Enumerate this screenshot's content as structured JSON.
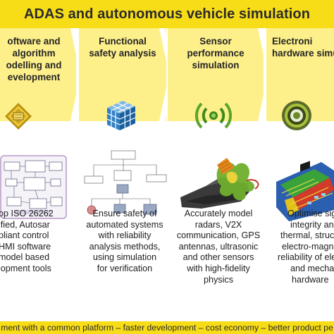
{
  "title": "ADAS and autonomous vehicle simulation",
  "columns": [
    {
      "heading": [
        "oftware and",
        "algorithm",
        "odelling and",
        "evelopment"
      ],
      "icon": "gold-diamond-chip-icon",
      "image": "software-architecture-block-diagram",
      "desc": [
        "op ISO 26262",
        "ified, Autosar",
        "pliant control",
        "HMI software",
        "model based",
        "lopment tools"
      ]
    },
    {
      "heading": [
        "Functional",
        "safety analysis"
      ],
      "icon": "blue-cube-grid-icon",
      "image": "fault-tree-diagram",
      "desc": [
        "Ensure safety of",
        "automated systems",
        "with reliability",
        "analysis methods,",
        "using simulation",
        "for verification"
      ]
    },
    {
      "heading": [
        "Sensor",
        "performance",
        "simulation"
      ],
      "icon": "green-radio-waves-icon",
      "image": "vehicle-antenna-radiation-pattern",
      "desc": [
        "Accurately model",
        "radars, V2X",
        "communication, GPS",
        "antennas, ultrasonic",
        "and other sensors",
        "with high-fidelity",
        "physics"
      ]
    },
    {
      "heading": [
        "Electroni",
        "hardware simu"
      ],
      "icon": "concentric-rings-icon",
      "image": "circuit-board-thermal-map",
      "desc": [
        "Optimise sign",
        "integrity an",
        "thermal, struct",
        "electro-magne",
        "reliability of elect",
        "and mechani",
        "hardware"
      ]
    }
  ],
  "footer": "ment with a common platform – faster development – cost economy – better product pe",
  "colors": {
    "bar": "#f7dc18",
    "panel": "#fdf08b",
    "text": "#252525"
  }
}
